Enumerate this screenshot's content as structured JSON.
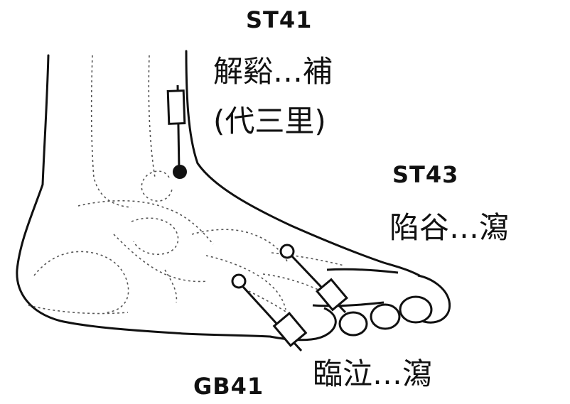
{
  "points": [
    {
      "code": "ST41",
      "name": "解谿…補",
      "alias": "(代三里)"
    },
    {
      "code": "ST43",
      "name": "陷谷…瀉"
    },
    {
      "code": "GB41",
      "name": "臨泣…瀉"
    }
  ],
  "colors": {
    "outline": "#111111",
    "dotted": "#555555",
    "background": "#ffffff"
  }
}
